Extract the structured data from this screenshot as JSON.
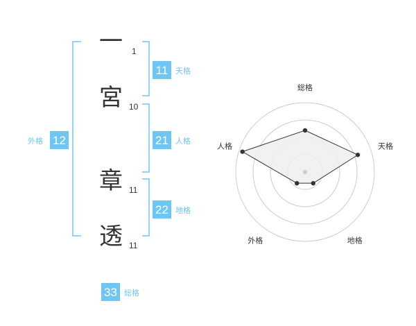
{
  "name_chars": [
    {
      "char": "一",
      "strokes": "1"
    },
    {
      "char": "宮",
      "strokes": "10"
    },
    {
      "char": "章",
      "strokes": "11"
    },
    {
      "char": "透",
      "strokes": "11"
    }
  ],
  "badges": {
    "tenkaku": {
      "value": "11",
      "label": "天格"
    },
    "jinkaku": {
      "value": "21",
      "label": "人格"
    },
    "chikaku": {
      "value": "22",
      "label": "地格"
    },
    "gaikaku": {
      "value": "12",
      "label": "外格"
    },
    "soukaku": {
      "value": "33",
      "label": "総格"
    }
  },
  "colors": {
    "accent": "#6ec6f5",
    "badge_bg": "#6ec6f5",
    "text": "#333333",
    "radar_grid": "#cccccc",
    "radar_fill": "#eeeeee",
    "radar_line": "#333333"
  },
  "chart_data": {
    "type": "radar",
    "axes": [
      "総格",
      "天格",
      "地格",
      "外格",
      "人格"
    ],
    "values": [
      0.6,
      0.8,
      0.2,
      0.2,
      0.95
    ],
    "max": 1,
    "rings": 4
  }
}
